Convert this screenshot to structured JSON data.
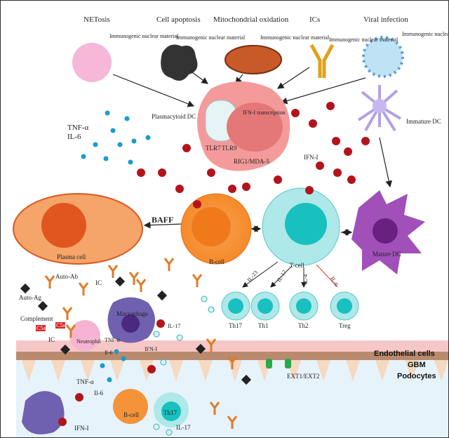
{
  "triggers": [
    {
      "label": "NETosis",
      "sub": "Immunogenic nuclear material"
    },
    {
      "label": "Cell apoptosis",
      "sub": "Immunogenic nuclear material"
    },
    {
      "label": "Mitochondrial oxidation",
      "sub": "Immunogenic nuclear material"
    },
    {
      "label": "ICs",
      "sub": "Immunogenic nuclear material"
    },
    {
      "label": "Viral infection",
      "sub": "Immunogenic nuclear material"
    }
  ],
  "pdc": {
    "label": "Plasmacytoid DC",
    "ifn_transcription": "IFN-I transcription",
    "tlr7": "TLR7",
    "tlr9": "TLR9",
    "rig": "RIG1/MDA-5"
  },
  "cytokines_top": {
    "tnf": "TNF-α",
    "il6": "IL-6",
    "ifn": "IFN-I"
  },
  "immature_dc": "Immature DC",
  "mature_dc": "Mature DC",
  "baff": "BAFF",
  "plasma_cell": "Plasma cell",
  "b_cell": "B-cell",
  "t_cell": "T-cell",
  "t_cell_signals": [
    "IL-23",
    "IL-12",
    "IL-4",
    "IL-6"
  ],
  "t_subsets": [
    "Th17",
    "Th1",
    "Th2",
    "Treg"
  ],
  "tissue": {
    "auto_ab": "Auto-Ab",
    "auto_ag": "Auto-Ag",
    "ic1": "IC",
    "ic2": "IC",
    "complement": "Complement",
    "c5a": "C5a",
    "macrophage": "Macrophage",
    "neutrophil": "Neutrophil",
    "tnf": "TNF-α",
    "il6": "Il-6",
    "ifn": "IFN-I",
    "il17": "IL-17",
    "ext": "EXT1/EXT2"
  },
  "layers": {
    "endothelial": "Endothelial cells",
    "gbm": "GBM",
    "podocytes": "Podocytes"
  },
  "lower": {
    "tnf": "TNF-α",
    "il6": "Il-6",
    "b_cell": "B-cell",
    "th17": "Th17",
    "il17": "IL-17",
    "ifn": "IFN-I"
  },
  "colors": {
    "ifn_dot": "#b3141c",
    "cytokine_dot": "#1a9bd0",
    "pdc": "#f08a8a",
    "b_cell": "#f5933a",
    "t_cell": "#8fe0e0",
    "dc": "#9b59b6",
    "plasma": "#f07a3a",
    "antibody": "#e07a26"
  }
}
